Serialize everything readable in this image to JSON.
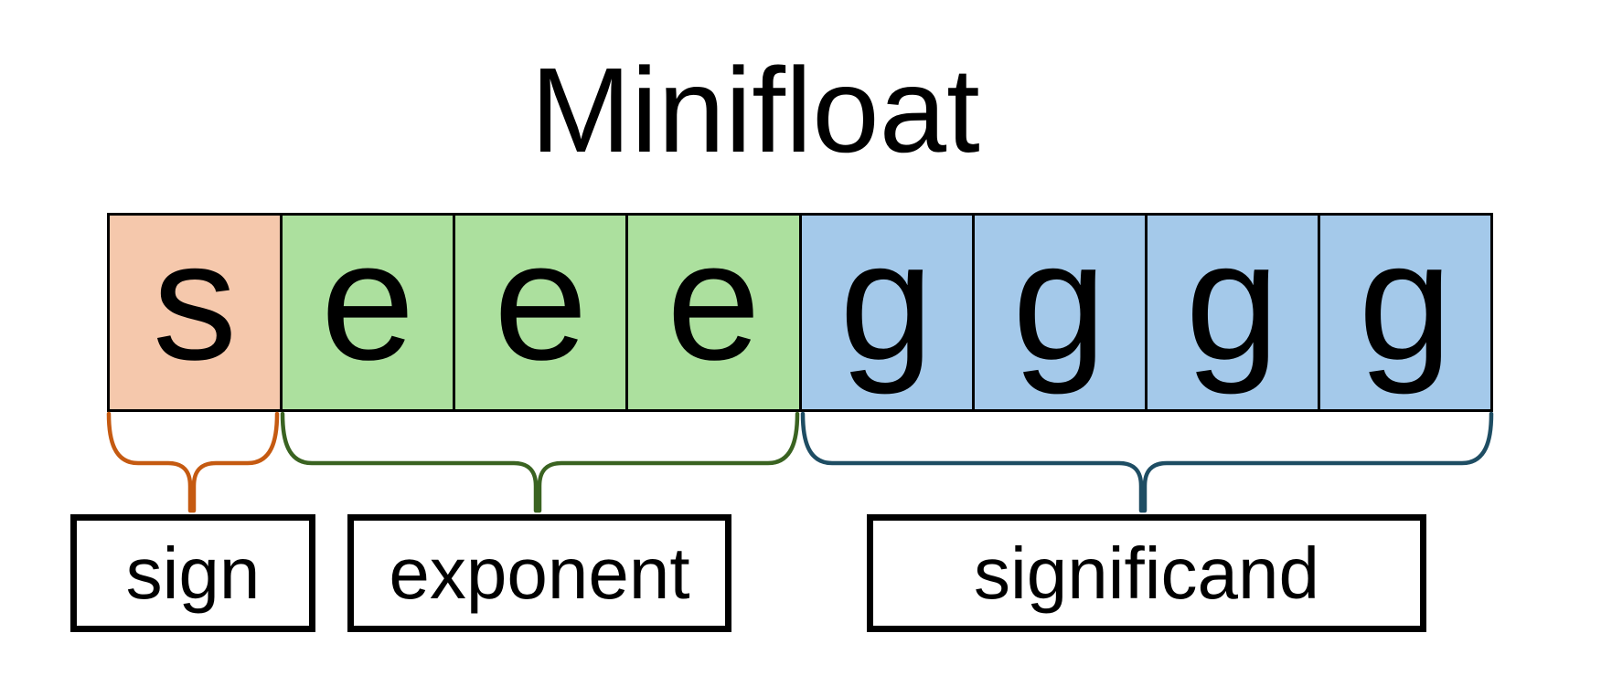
{
  "title": "Minifloat",
  "diagram": {
    "cells": [
      {
        "letter": "s",
        "field": "sign"
      },
      {
        "letter": "e",
        "field": "exponent"
      },
      {
        "letter": "e",
        "field": "exponent"
      },
      {
        "letter": "e",
        "field": "exponent"
      },
      {
        "letter": "g",
        "field": "significand"
      },
      {
        "letter": "g",
        "field": "significand"
      },
      {
        "letter": "g",
        "field": "significand"
      },
      {
        "letter": "g",
        "field": "significand"
      }
    ],
    "groups": [
      {
        "label": "sign",
        "bits": 1
      },
      {
        "label": "exponent",
        "bits": 3
      },
      {
        "label": "significand",
        "bits": 4
      }
    ]
  },
  "colors": {
    "sign_fill": "#F5C8AC",
    "exponent_fill": "#ACE09E",
    "significand_fill": "#A4C9EA",
    "sign_brace": "#C55A11",
    "exponent_brace": "#3A6321",
    "significand_brace": "#1E4D63",
    "text": "#000000",
    "border": "#000000"
  }
}
